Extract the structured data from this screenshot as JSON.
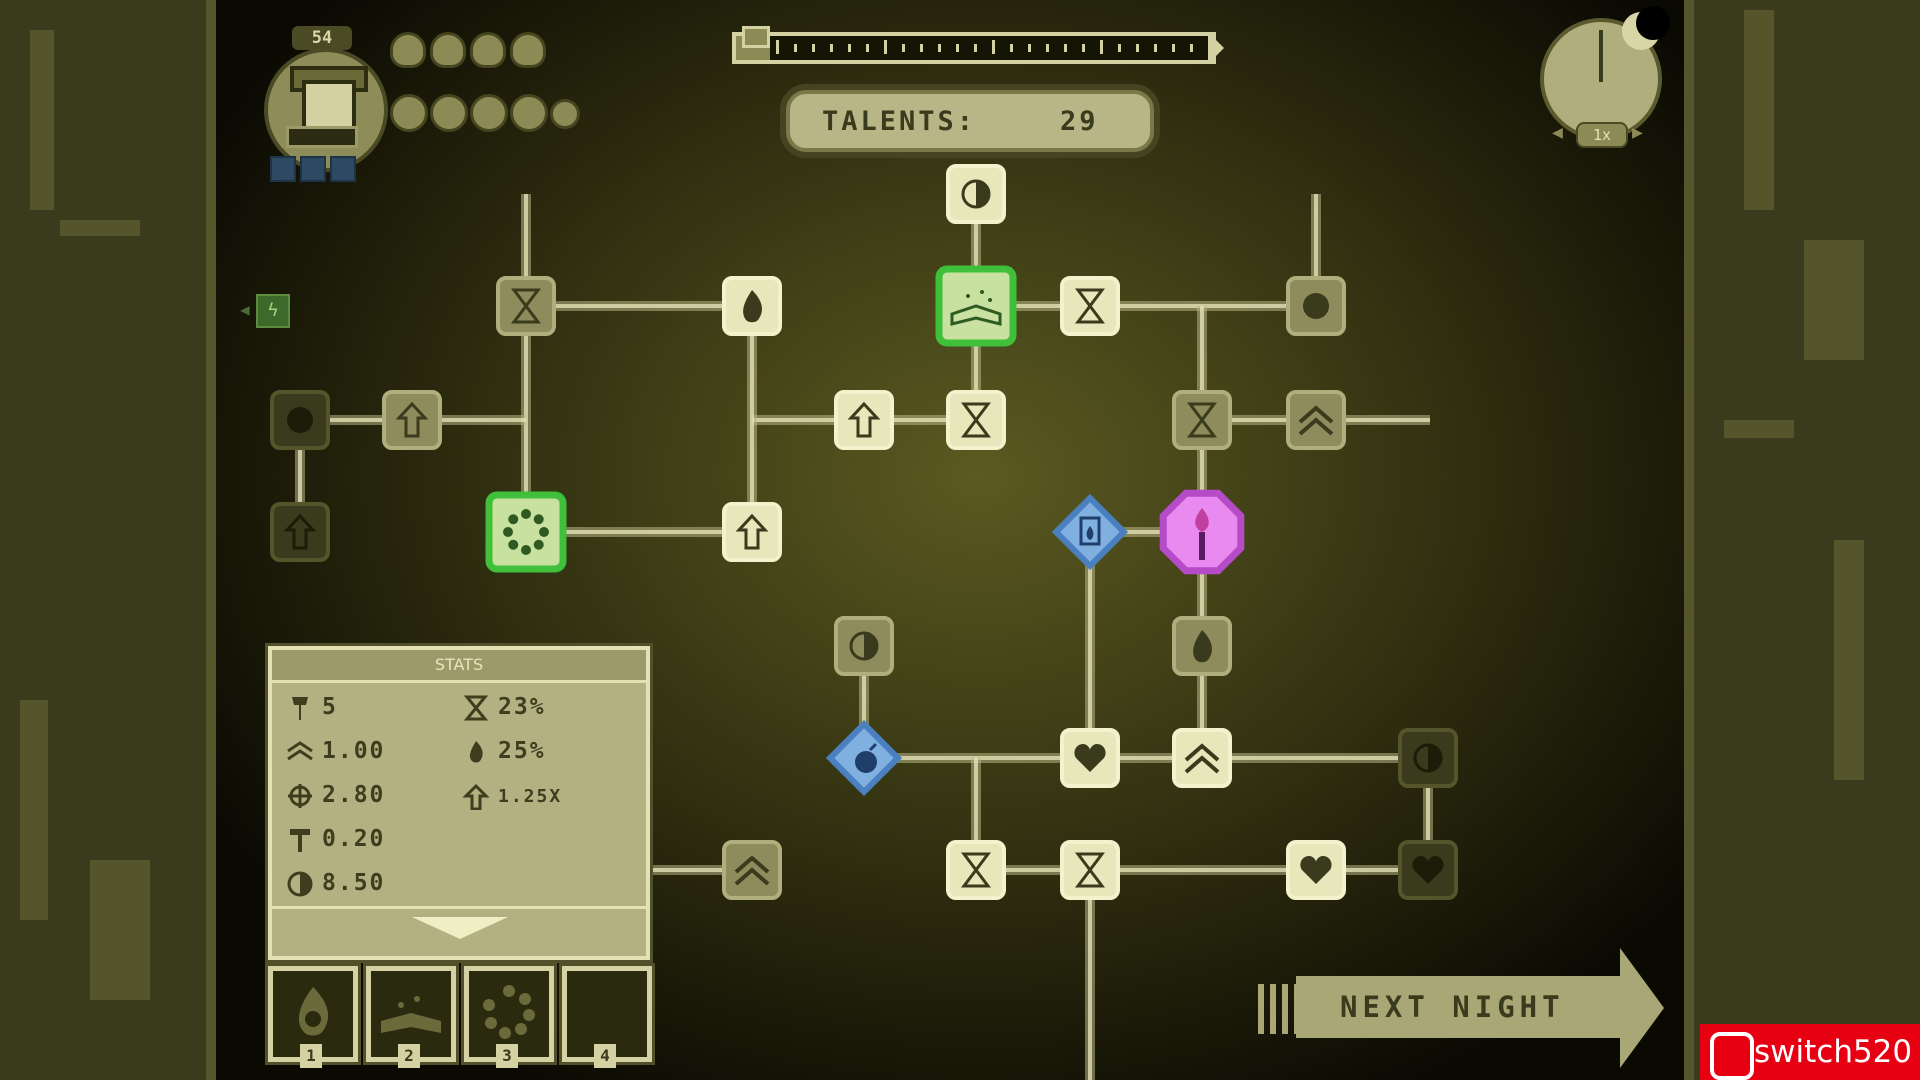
{
  "hud": {
    "level": "54",
    "hearts": 4,
    "orbs": 5
  },
  "talents": {
    "label": "TALENTS:",
    "value": "29"
  },
  "clock": {
    "speed": "1x"
  },
  "stats": {
    "title": "STATS",
    "items": [
      {
        "icon": "axe-icon",
        "value": "5"
      },
      {
        "icon": "hourglass-icon",
        "value": "23%"
      },
      {
        "icon": "chevrons-up-icon",
        "value": "1.00"
      },
      {
        "icon": "flame-icon",
        "value": "25%"
      },
      {
        "icon": "crosshair-icon",
        "value": "2.80"
      },
      {
        "icon": "arrow-up-icon",
        "value": "1.25X"
      },
      {
        "icon": "hammer-icon",
        "value": "0.20"
      },
      {
        "icon": "half-moon-icon",
        "value": "8.50"
      }
    ]
  },
  "inventory": {
    "slots": [
      {
        "num": "1",
        "icon": "flame-icon"
      },
      {
        "num": "2",
        "icon": "book-icon"
      },
      {
        "num": "3",
        "icon": "ring-icon"
      },
      {
        "num": "4",
        "icon": ""
      }
    ]
  },
  "next_night": "NEXT NIGHT",
  "watermark": "switch520",
  "tree": {
    "nodes": [
      {
        "id": "n-top-moon",
        "icon": "half-moon-icon",
        "state": "available"
      },
      {
        "id": "n-book",
        "icon": "book-icon",
        "state": "owned"
      },
      {
        "id": "n-hourglass-a",
        "icon": "hourglass-icon",
        "state": "available"
      },
      {
        "id": "n-hourglass-b",
        "icon": "hourglass-icon",
        "state": "available"
      },
      {
        "id": "n-arrow-a",
        "icon": "arrow-up-icon",
        "state": "available"
      },
      {
        "id": "n-flame-a",
        "icon": "flame-icon",
        "state": "available"
      },
      {
        "id": "n-arrow-b",
        "icon": "arrow-up-icon",
        "state": "available"
      },
      {
        "id": "n-ring",
        "icon": "ring-icon",
        "state": "owned"
      },
      {
        "id": "n-hourglass-c",
        "icon": "hourglass-icon",
        "state": "dim"
      },
      {
        "id": "n-arrow-c",
        "icon": "arrow-up-icon",
        "state": "dim"
      },
      {
        "id": "n-orb-a",
        "icon": "orb-icon",
        "state": "dark"
      },
      {
        "id": "n-arrow-d",
        "icon": "arrow-up-icon",
        "state": "dark"
      },
      {
        "id": "n-lantern",
        "icon": "lantern-icon",
        "state": "special-blue"
      },
      {
        "id": "n-torch",
        "icon": "torch-icon",
        "state": "special-purple"
      },
      {
        "id": "n-hourglass-d",
        "icon": "hourglass-icon",
        "state": "dim"
      },
      {
        "id": "n-chevrons-a",
        "icon": "chevrons-up-icon",
        "state": "dim"
      },
      {
        "id": "n-orb-b",
        "icon": "orb-icon",
        "state": "dim"
      },
      {
        "id": "n-flame-b",
        "icon": "flame-icon",
        "state": "dim"
      },
      {
        "id": "n-moon-b",
        "icon": "half-moon-icon",
        "state": "dim"
      },
      {
        "id": "n-bomb",
        "icon": "bomb-icon",
        "state": "special-blue"
      },
      {
        "id": "n-heart-a",
        "icon": "heart-icon",
        "state": "available"
      },
      {
        "id": "n-chevrons-b",
        "icon": "chevrons-up-icon",
        "state": "available"
      },
      {
        "id": "n-hourglass-e",
        "icon": "hourglass-icon",
        "state": "available"
      },
      {
        "id": "n-hourglass-f",
        "icon": "hourglass-icon",
        "state": "available"
      },
      {
        "id": "n-heart-b",
        "icon": "heart-icon",
        "state": "available"
      },
      {
        "id": "n-chevrons-c",
        "icon": "chevrons-up-icon",
        "state": "dim"
      },
      {
        "id": "n-moon-c",
        "icon": "half-moon-icon",
        "state": "dark"
      },
      {
        "id": "n-heart-c",
        "icon": "heart-icon",
        "state": "dark"
      }
    ]
  },
  "colors": {
    "panel": "#3a3a1c",
    "cream": "#d4d2a2",
    "owned_green": "#3fbf3a",
    "special_blue": "#4a7fc0",
    "special_purple": "#b64bc8",
    "watermark_red": "#e60012"
  }
}
